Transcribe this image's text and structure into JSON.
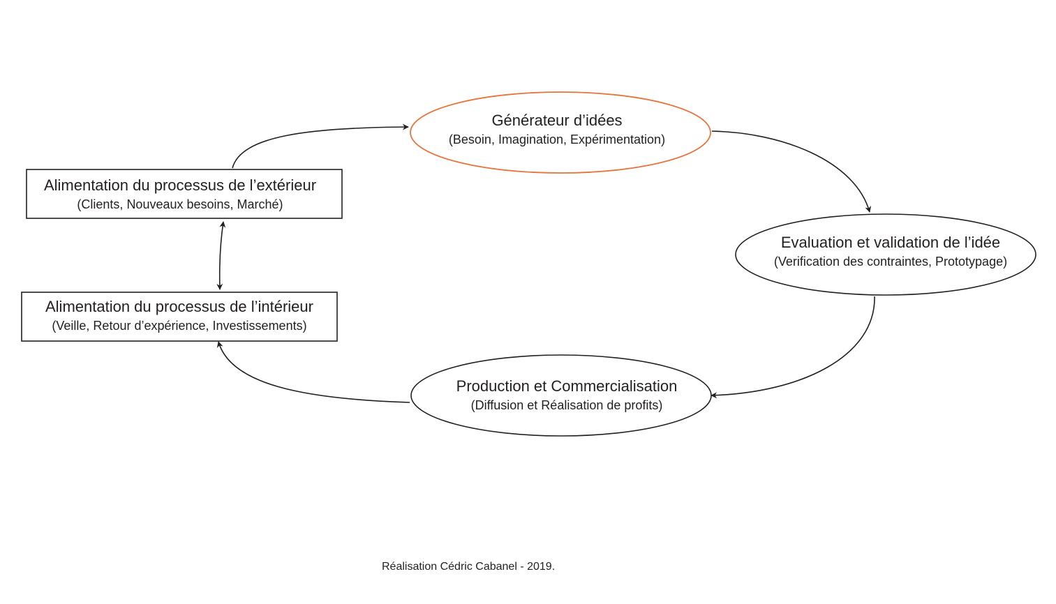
{
  "nodes": {
    "generator": {
      "title": "Générateur d’idées",
      "subtitle": "(Besoin, Imagination, Expérimentation)",
      "stroke": "#e8743b"
    },
    "evaluation": {
      "title": "Evaluation et validation de l’idée",
      "subtitle": "(Verification des contraintes, Prototypage)",
      "stroke": "#231f20"
    },
    "production": {
      "title": "Production et Commercialisation",
      "subtitle": "(Diffusion et Réalisation de profits)",
      "stroke": "#231f20"
    },
    "exterior": {
      "title": "Alimentation du processus de l’extérieur",
      "subtitle": "(Clients, Nouveaux besoins, Marché)",
      "stroke": "#231f20"
    },
    "interior": {
      "title": "Alimentation du processus de l’intérieur",
      "subtitle": "(Veille, Retour d’expérience, Investissements)",
      "stroke": "#231f20"
    }
  },
  "edges": [
    {
      "from": "exterior",
      "to": "generator"
    },
    {
      "from": "generator",
      "to": "evaluation"
    },
    {
      "from": "evaluation",
      "to": "production"
    },
    {
      "from": "production",
      "to": "interior"
    },
    {
      "from": "interior",
      "to": "exterior",
      "bidirectional": true
    }
  ],
  "credit": "Réalisation Cédric Cabanel - 2019."
}
